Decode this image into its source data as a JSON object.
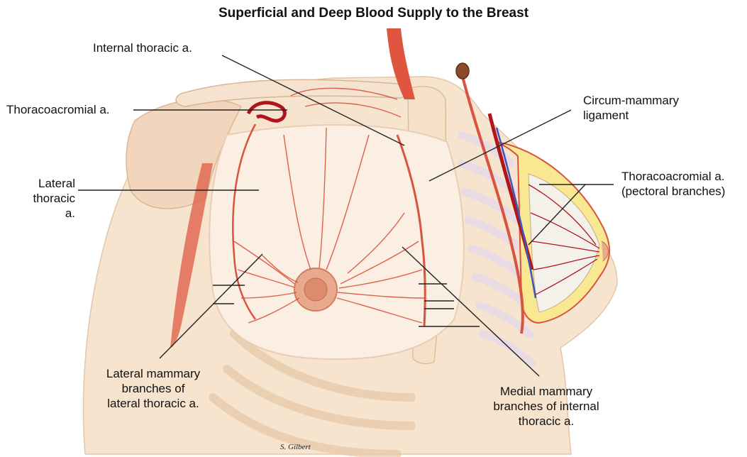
{
  "title": "Superficial and Deep Blood Supply to the Breast",
  "labels": {
    "internal_thoracic": "Internal thoracic a.",
    "thoracoacromial": "Thoracoacromial a.",
    "lateral_thoracic": "Lateral\nthoracic a.",
    "circum_mammary": "Circum-mammary\nligament",
    "thoracoacromial_pectoral": "Thoracoacromial a.\n(pectoral branches)",
    "lateral_mammary": "Lateral mammary\nbranches of\nlateral thoracic a.",
    "medial_mammary": "Medial mammary\nbranches of internal\nthoracic a."
  },
  "signature": "S. Gilbert",
  "colors": {
    "skin": "#f6e4cf",
    "breast": "#fbeee2",
    "bone": "#f2dcc4",
    "artery": "#d9533f",
    "artery_dark": "#b0141c",
    "vein": "#3d56b8",
    "fat": "#f8e891",
    "leader_line": "#222222"
  }
}
